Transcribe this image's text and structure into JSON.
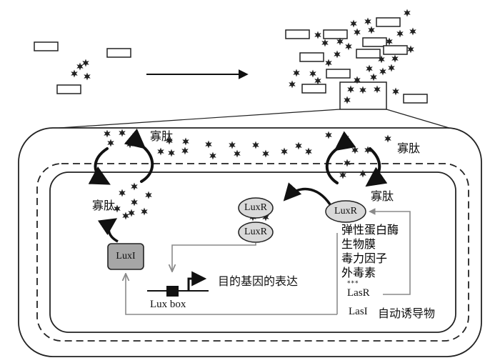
{
  "labels": {
    "peptide": "寡肽",
    "luxR": "LuxR",
    "luxI": "LuxI",
    "lux_box": "Lux box",
    "target_gene_expression": "目的基因的表达",
    "lasR": "LasR",
    "lasI": "LasI",
    "autoinducer": "自动诱导物",
    "target_genes": [
      "弹性蛋白酶",
      "生物膜",
      "毒力因子",
      "外毒素"
    ],
    "ellipsis": "***"
  },
  "colors": {
    "stroke": "#222222",
    "arrow_gray": "#8a8a8a",
    "node_fill": "#d9d9d9",
    "luxi_fill": "#a6a6a6"
  }
}
